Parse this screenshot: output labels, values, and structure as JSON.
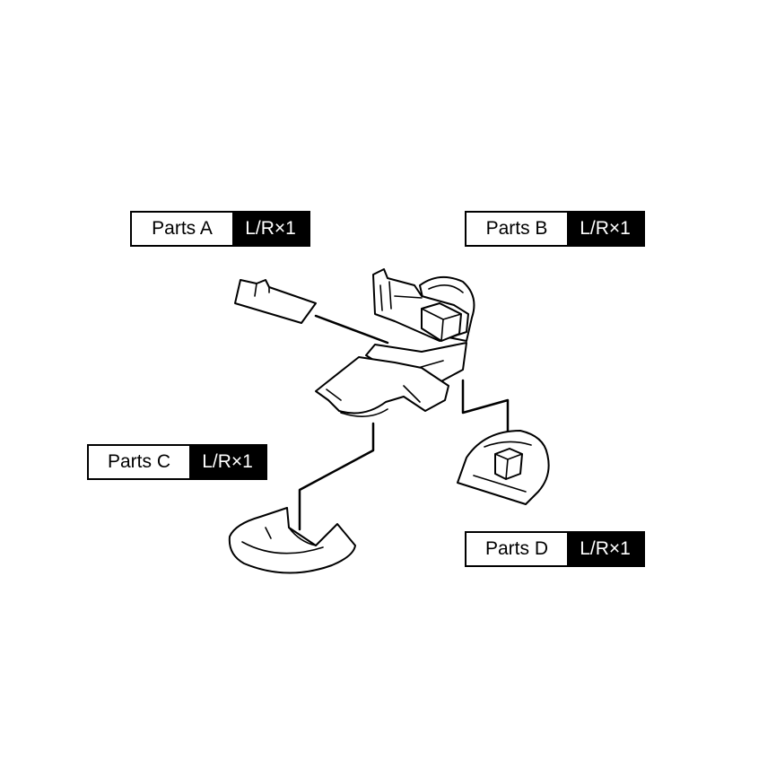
{
  "parts": [
    {
      "id": "a",
      "name": "Parts A",
      "qty": "L/R×1"
    },
    {
      "id": "b",
      "name": "Parts B",
      "qty": "L/R×1"
    },
    {
      "id": "c",
      "name": "Parts C",
      "qty": "L/R×1"
    },
    {
      "id": "d",
      "name": "Parts D",
      "qty": "L/R×1"
    }
  ]
}
